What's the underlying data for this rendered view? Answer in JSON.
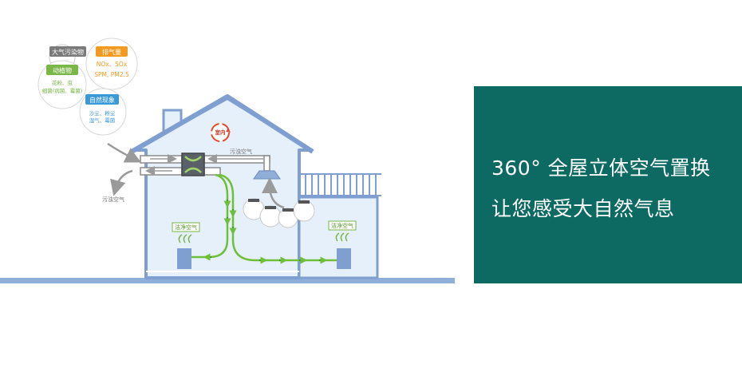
{
  "banner": {
    "line1": "360° 全屋立体空气置换",
    "line2": "让您感受大自然气息"
  },
  "pollution": {
    "title": "大气污染物",
    "exhaust": {
      "title": "排气量",
      "line1": "NOx、SOx",
      "line2": "SPM, PM2.5"
    },
    "plants": {
      "title": "动植物",
      "line1": "花粉、虫",
      "line2": "细菌(病菌、霉菌)"
    },
    "nature": {
      "title": "自然现象",
      "line1": "沙尘、粉尘",
      "line2": "湿气、霉菌"
    }
  },
  "labels": {
    "dirty_air_left": "污浊空气",
    "dirty_air_top": "污浊空气",
    "indoor": "室内",
    "clean_air_left": "洁净空气",
    "clean_air_right": "洁净空气"
  },
  "colors": {
    "banner_bg": "#0c6a63",
    "house_line": "#7f9fd0",
    "house_fill": "#e6f0fb",
    "arrow_green": "#6fbf3a",
    "exhaust_orange": "#f39a21",
    "plants_green": "#7ab648",
    "nature_blue": "#3a9ad9",
    "pollution_gray": "#7a7a7a"
  }
}
